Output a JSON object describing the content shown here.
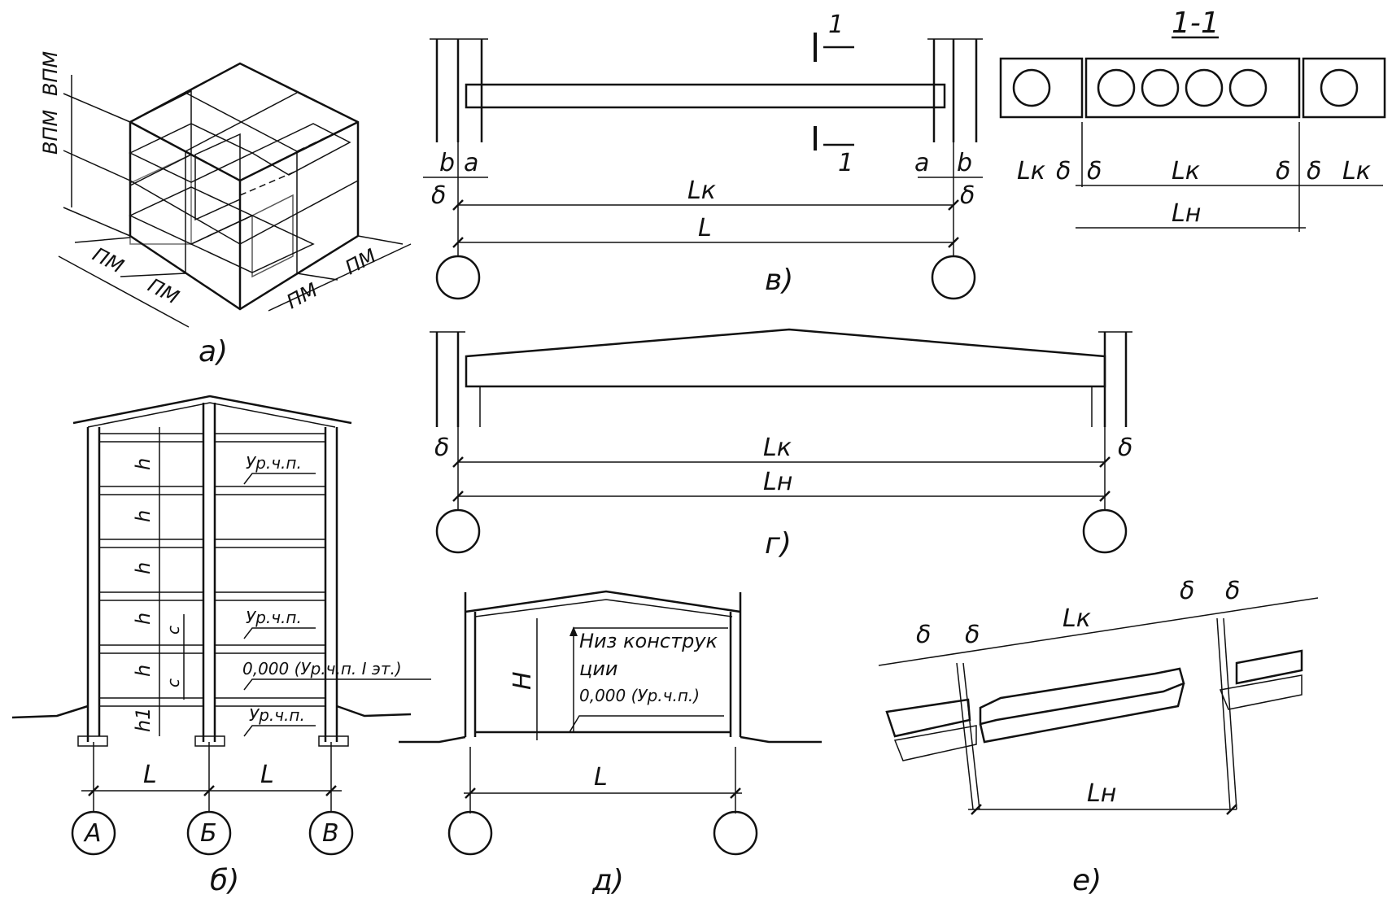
{
  "iso": {
    "vpm_top": "ВПМ",
    "vpm_bottom": "ВПМ",
    "pm_left_1": "ПМ",
    "pm_left_2": "ПМ",
    "pm_right_1": "ПМ",
    "pm_right_2": "ПМ",
    "caption": "а)"
  },
  "beam_v": {
    "section_mark_top": "1",
    "section_mark_bottom": "1",
    "b_left": "b",
    "a_left": "a",
    "a_right": "a",
    "b_right": "b",
    "delta_left": "δ",
    "delta_right": "δ",
    "lk": "Lк",
    "l": "L",
    "caption": "в)"
  },
  "section_11": {
    "title": "1-1",
    "lk_left": "Lк",
    "d1": "δ",
    "d2": "δ",
    "lk_mid": "Lк",
    "d3": "δ",
    "d4": "δ",
    "lk_right": "Lк",
    "ln": "Lн"
  },
  "beam_g": {
    "delta_left": "δ",
    "delta_right": "δ",
    "lk": "Lк",
    "ln": "Lн",
    "caption": "г)"
  },
  "building_b": {
    "h_labels": [
      "h",
      "h",
      "h",
      "h",
      "h"
    ],
    "h1": "h1",
    "c_labels": [
      "c",
      "c"
    ],
    "level_top": "Ур.ч.п.",
    "level_mid": "Ур.ч.п.",
    "level_zero": "0,000 (Ур.ч.п. I эт.)",
    "level_low": "Ур.ч.п.",
    "span_1": "L",
    "span_2": "L",
    "axes": [
      "А",
      "Б",
      "В"
    ],
    "caption": "б)"
  },
  "hall_d": {
    "h": "H",
    "bottom_note_1": "Низ конструк",
    "bottom_note_2": "ции",
    "zero_level": "0,000 (Ур.ч.п.)",
    "span": "L",
    "caption": "д)"
  },
  "slab_e": {
    "d_left_1": "δ",
    "d_left_2": "δ",
    "lk": "Lк",
    "d_right_1": "δ",
    "d_right_2": "δ",
    "ln": "Lн",
    "caption": "е)"
  }
}
